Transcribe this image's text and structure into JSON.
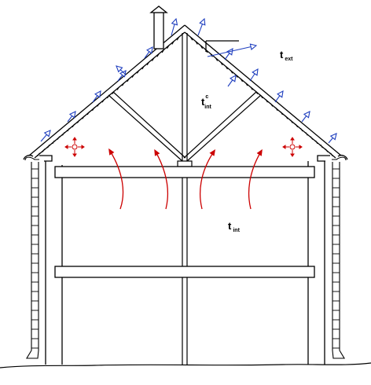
{
  "labels": {
    "t_ext": {
      "main": "t",
      "sub": "ext"
    },
    "t_int_c": {
      "main": "t",
      "sub": "int",
      "sup": "c"
    },
    "t_int": {
      "main": "t",
      "sub": "int"
    }
  },
  "colors": {
    "line": "#000000",
    "warm_air_arrow": "#cc0000",
    "vapor_arrow": "#1f3fbf",
    "background": "#ffffff"
  },
  "icons": {
    "warm_air_flow": "curved-arrow-up",
    "vapor_flow": "open-arrow",
    "diffusion": "four-way-arrow"
  }
}
